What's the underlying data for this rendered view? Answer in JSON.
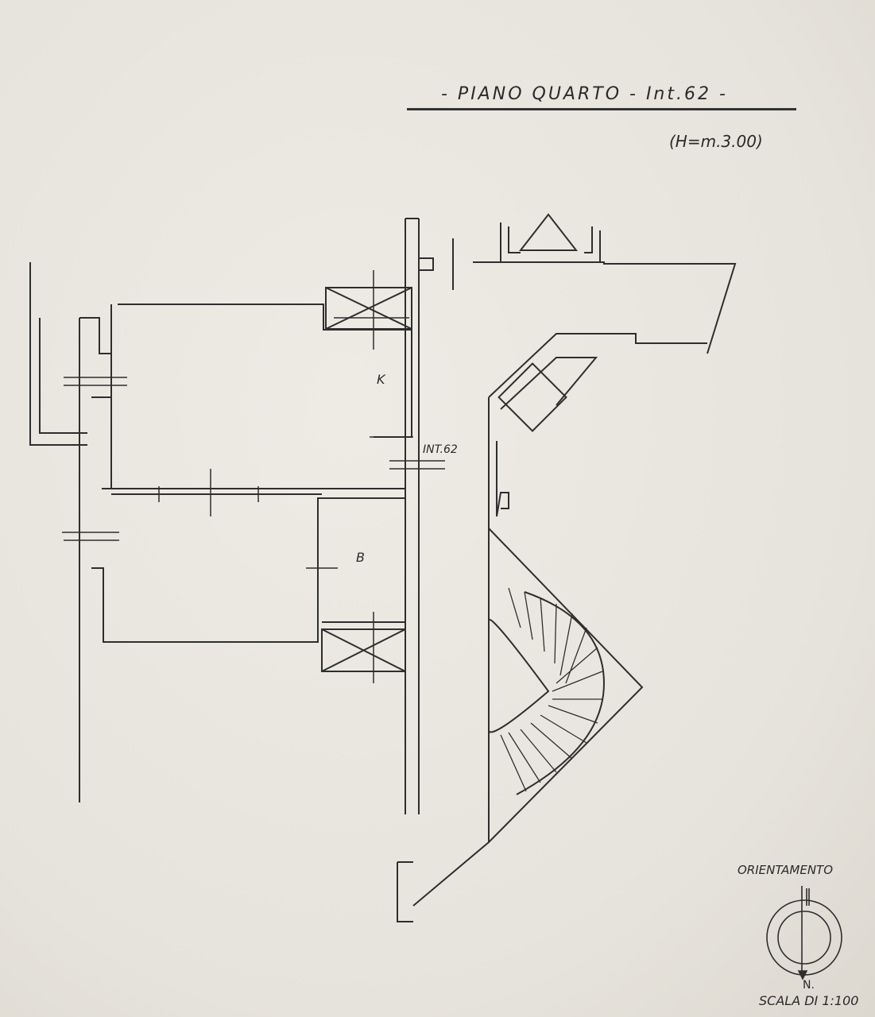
{
  "header": {
    "title": "- PIANO QUARTO - Int.62 -",
    "height_note": "(H=m.3.00)"
  },
  "rooms": {
    "kitchen": "K",
    "bathroom": "B",
    "unit": "INT.62"
  },
  "legend": {
    "orientation": "ORIENTAMENTO",
    "north": "N.",
    "scale": "SCALA DI 1:100"
  }
}
